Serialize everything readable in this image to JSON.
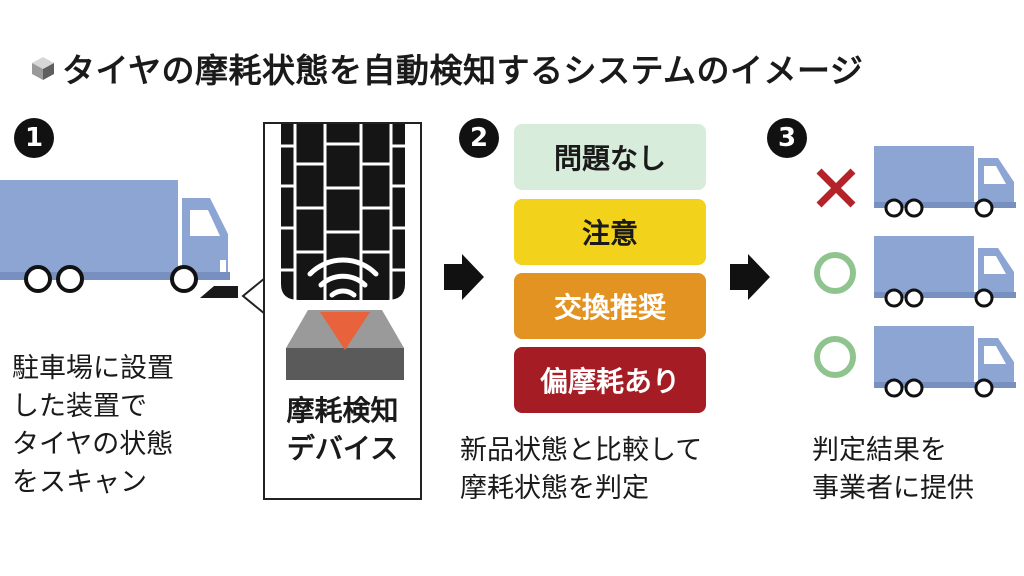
{
  "title": "タイヤの摩耗状態を自動検知するシステムのイメージ",
  "steps": [
    {
      "number": "1",
      "description": [
        "駐車場に設置",
        "した装置で",
        "タイヤの状態",
        "をスキャン"
      ]
    },
    {
      "number": "2",
      "description": [
        "新品状態と比較して",
        "摩耗状態を判定"
      ]
    },
    {
      "number": "3",
      "description": [
        "判定結果を",
        "事業者に提供"
      ]
    }
  ],
  "device": {
    "label": [
      "摩耗検知",
      "デバイス"
    ]
  },
  "statuses": [
    {
      "label": "問題なし",
      "color": "#d8ecdc",
      "text_color": "#1a1a1a"
    },
    {
      "label": "注意",
      "color": "#f2d21a",
      "text_color": "#1a1a1a"
    },
    {
      "label": "交換推奨",
      "color": "#e39321",
      "text_color": "#ffffff"
    },
    {
      "label": "偏摩耗あり",
      "color": "#a61c24",
      "text_color": "#ffffff"
    }
  ],
  "results": [
    {
      "mark": "cross-mark",
      "color": "#b5232a"
    },
    {
      "mark": "circle-mark",
      "color": "#8fc48f"
    },
    {
      "mark": "circle-mark",
      "color": "#8fc48f"
    }
  ],
  "colors": {
    "truck": "#8ca5d2",
    "wheel": "#ffffff",
    "arrow": "#111111",
    "sensor": "#e8623c"
  }
}
